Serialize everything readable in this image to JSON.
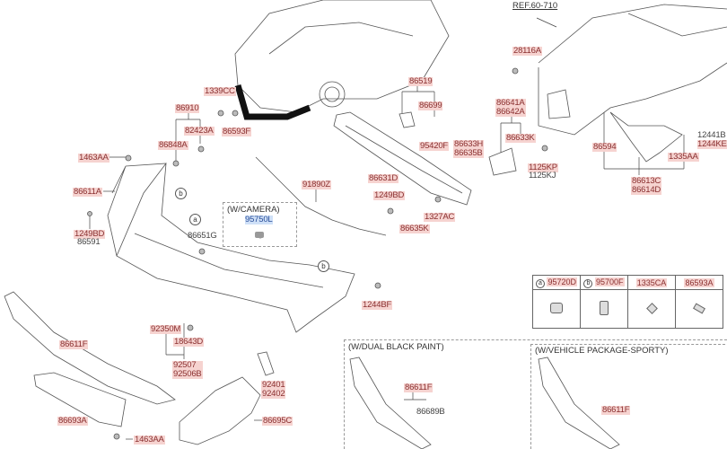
{
  "ref": "REF.60-710",
  "labels": {
    "p28116A": "28116A",
    "p1339CC": "1339CC",
    "p86910": "86910",
    "p82423A": "82423A",
    "p86593F": "86593F",
    "p86848A": "86848A",
    "p1463AA_top": "1463AA",
    "p86519": "86519",
    "p86699": "86699",
    "p86641A": "86641A",
    "p86642A": "86642A",
    "p95420F": "95420F",
    "p86633H": "86633H",
    "p86635B": "86635B",
    "p86633K": "86633K",
    "p86631D": "86631D",
    "p1125KP": "1125KP",
    "p1125KJ": "1125KJ",
    "p86594": "86594",
    "p12441B": "12441B",
    "p1244KE": "1244KE",
    "p1335AA": "1335AA",
    "p86613C": "86613C",
    "p86614D": "86614D",
    "p86611A": "86611A",
    "p91890Z": "91890Z",
    "camera_caption": "(W/CAMERA)",
    "p95750L": "95750L",
    "p1249BD_mid": "1249BD",
    "p1327AC": "1327AC",
    "p86635K": "86635K",
    "p1249BD_left": "1249BD",
    "p86591": "86591",
    "p86651G": "86651G",
    "p1244BF": "1244BF",
    "p92350M": "92350M",
    "p18643D": "18643D",
    "p92507": "92507",
    "p92506B": "92506B",
    "p86611F_left": "86611F",
    "p92401": "92401",
    "p92402": "92402",
    "p86693A": "86693A",
    "p86695C": "86695C",
    "p1463AA_bottom": "1463AA",
    "dual_caption": "(W/DUAL BLACK PAINT)",
    "p86611F_dual": "86611F",
    "p86689B": "86689B",
    "sporty_caption": "(W/VEHICLE PACKAGE-SPORTY)",
    "p86611F_sporty": "86611F"
  },
  "callouts": {
    "a": "a",
    "b": "b"
  },
  "legend_table": [
    {
      "key": "a",
      "part": "95720D"
    },
    {
      "key": "b",
      "part": "95700F"
    },
    {
      "key": "",
      "part": "1335CA"
    },
    {
      "key": "",
      "part": "86593A"
    }
  ]
}
